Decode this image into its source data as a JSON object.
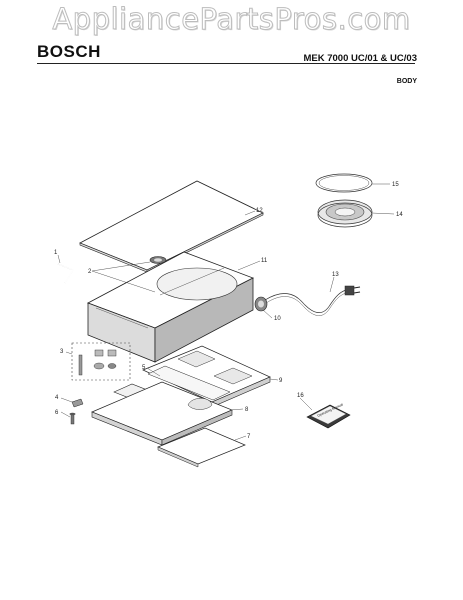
{
  "header": {
    "watermark": "AppliancePartsPros.com",
    "brand": "BOSCH",
    "model": "MEK 7000 UC/01 & UC/03",
    "section": "BODY"
  },
  "diagram": {
    "callouts": [
      "1",
      "2",
      "3",
      "4",
      "5",
      "6",
      "7",
      "8",
      "9",
      "10",
      "11",
      "12",
      "13",
      "14",
      "15",
      "16"
    ],
    "manual_text": "Operating Manual"
  }
}
